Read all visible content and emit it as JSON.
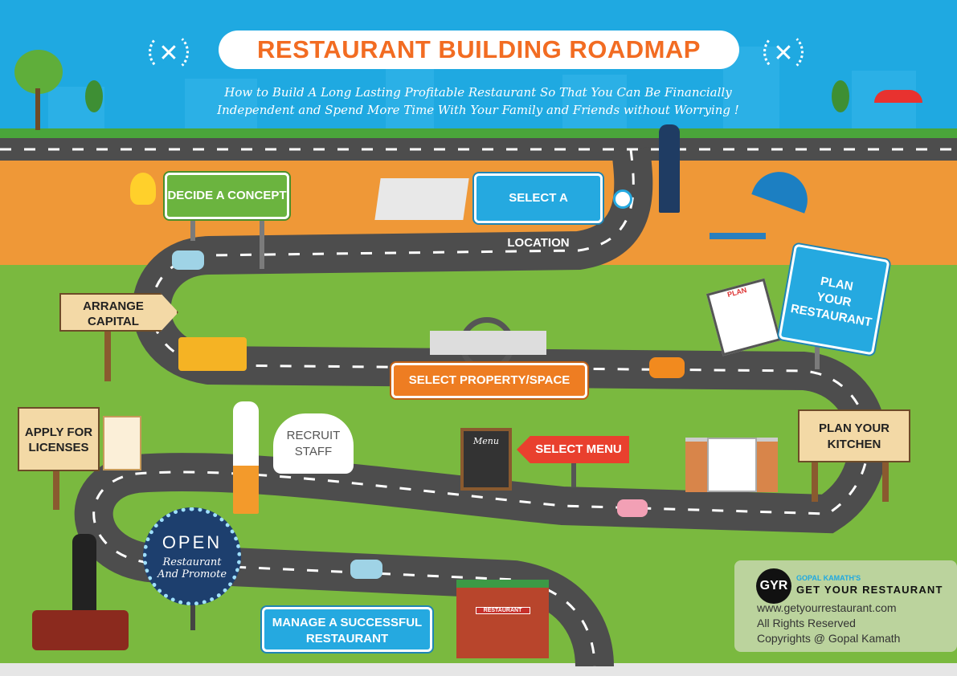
{
  "header": {
    "title": "RESTAURANT BUILDING ROADMAP",
    "subtitle_line1": "How to Build A Long Lasting Profitable Restaurant So That You Can Be Financially",
    "subtitle_line2": "Independent and Spend More Time With Your Family and Friends without Worrying !"
  },
  "steps": {
    "decide_concept": "DECIDE A CONCEPT",
    "select_location": "SELECT A LOCATION",
    "arrange_capital_1": "ARRANGE",
    "arrange_capital_2": "CAPITAL",
    "plan_restaurant_1": "PLAN",
    "plan_restaurant_2": "YOUR",
    "plan_restaurant_3": "RESTAURANT",
    "select_property": "SELECT PROPERTY/SPACE",
    "apply_licenses_1": "APPLY FOR",
    "apply_licenses_2": "LICENSES",
    "recruit_staff_1": "RECRUIT",
    "recruit_staff_2": "STAFF",
    "select_menu": "SELECT MENU",
    "plan_kitchen_1": "PLAN YOUR",
    "plan_kitchen_2": "KITCHEN",
    "open_1": "OPEN",
    "open_2": "Restaurant",
    "open_3": "And Promote",
    "manage_1": "MANAGE A SUCCESSFUL",
    "manage_2": "RESTAURANT"
  },
  "illustrations": {
    "chalkboard": "Menu",
    "clipboard": "PLAN",
    "building_sign": "RESTAURANT"
  },
  "footer": {
    "logo_mark": "GYR",
    "brand_top": "GOPAL KAMATH'S",
    "brand_name": "GET YOUR RESTAURANT",
    "url": "www.getyourrestaurant.com",
    "rights": "All Rights Reserved",
    "copyright": "Copyrights @ Gopal Kamath"
  },
  "colors": {
    "sky": "#1fa9e1",
    "title": "#f26c22",
    "road": "#4d4d4d",
    "grass": "#7ab93f",
    "field": "#ef9837"
  }
}
